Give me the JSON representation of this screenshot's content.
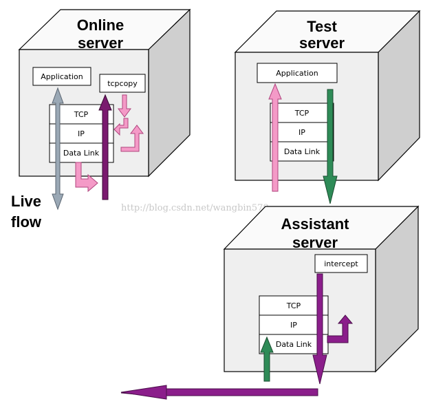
{
  "colors": {
    "gray_blue_arrow": "#9aa8b5",
    "purple_arrow": "#7a1a6f",
    "pink_arrow": "#f49ac7",
    "green_arrow": "#2e8b57",
    "violet_arrow": "#8b1e8b"
  },
  "online": {
    "title_line1": "Online",
    "title_line2": "server",
    "application": "Application",
    "tcpcopy": "tcpcopy",
    "tcp": "TCP",
    "ip": "IP",
    "datalink": "Data Link"
  },
  "test": {
    "title_line1": "Test",
    "title_line2": "server",
    "application": "Application",
    "tcp": "TCP",
    "ip": "IP",
    "datalink": "Data Link"
  },
  "assistant": {
    "title_line1": "Assistant",
    "title_line2": "server",
    "intercept": "intercept",
    "tcp": "TCP",
    "ip": "IP",
    "datalink": "Data Link"
  },
  "live_flow": {
    "line1": "Live",
    "line2": "flow"
  },
  "watermark": "http://blog.csdn.net/wangbin579"
}
